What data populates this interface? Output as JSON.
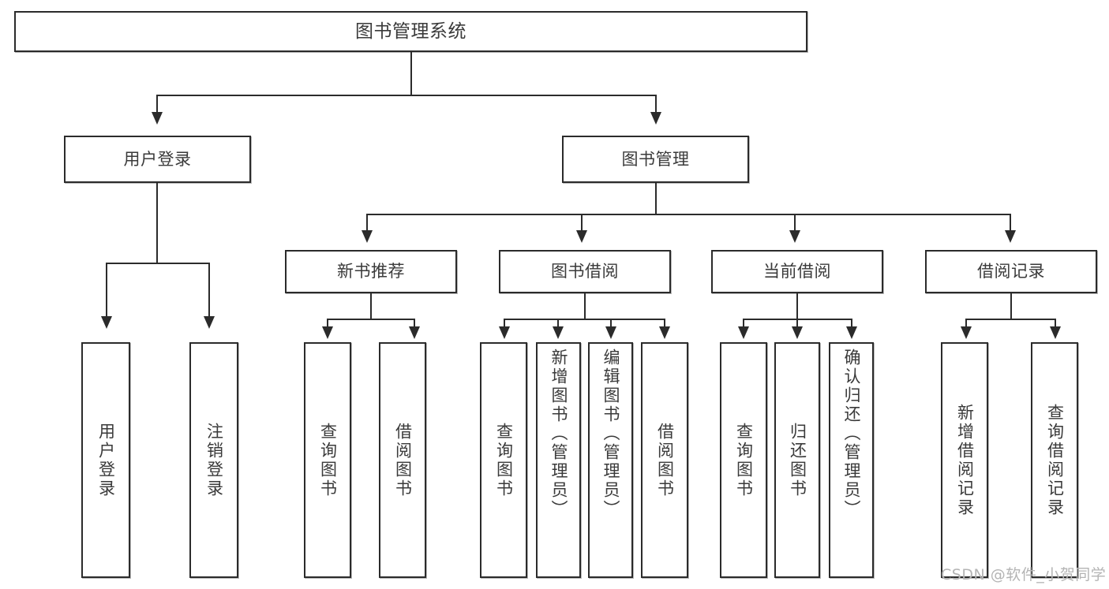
{
  "diagram": {
    "title": "图书管理系统",
    "type": "function-structure-tree",
    "watermark": "CSDN @软件_小贺同学",
    "levels": {
      "root": {
        "label": "图书管理系统"
      },
      "level2": [
        {
          "label": "用户登录"
        },
        {
          "label": "图书管理"
        }
      ],
      "level3": [
        {
          "label": "新书推荐"
        },
        {
          "label": "图书借阅"
        },
        {
          "label": "当前借阅"
        },
        {
          "label": "借阅记录"
        }
      ],
      "leaves": [
        {
          "label": "用户登录",
          "parent": "用户登录"
        },
        {
          "label": "注销登录",
          "parent": "用户登录"
        },
        {
          "label": "查询图书",
          "parent": "新书推荐"
        },
        {
          "label": "借阅图书",
          "parent": "新书推荐"
        },
        {
          "label": "查询图书",
          "parent": "图书借阅"
        },
        {
          "label": "新增图书（管理员）",
          "parent": "图书借阅"
        },
        {
          "label": "编辑图书（管理员）",
          "parent": "图书借阅"
        },
        {
          "label": "借阅图书",
          "parent": "图书借阅"
        },
        {
          "label": "查询图书",
          "parent": "当前借阅"
        },
        {
          "label": "归还图书",
          "parent": "当前借阅"
        },
        {
          "label": "确认归还（管理员）",
          "parent": "当前借阅"
        },
        {
          "label": "新增借阅记录",
          "parent": "借阅记录"
        },
        {
          "label": "查询借阅记录",
          "parent": "借阅记录"
        }
      ]
    },
    "colors": {
      "border": "#2b2b2b",
      "text": "#3a3a3a",
      "background": "#ffffff",
      "watermark": "#b4b4b4"
    }
  }
}
